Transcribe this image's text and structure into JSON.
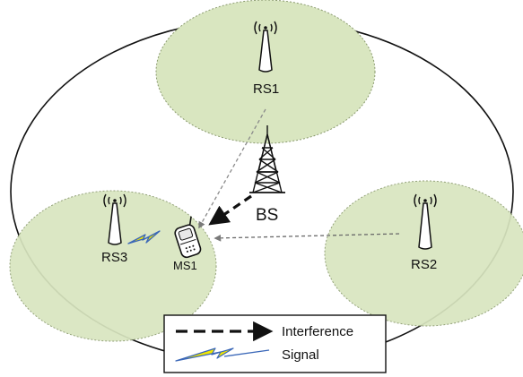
{
  "nodes": {
    "bs": "BS",
    "rs1": "RS1",
    "rs2": "RS2",
    "rs3": "RS3",
    "ms1": "MS1"
  },
  "legend": {
    "interference": "Interference",
    "signal": "Signal"
  },
  "colors": {
    "coverage_fill": "#d9e6c0",
    "coverage_stroke": "#8a9a6e",
    "interference_line": "#111111",
    "signal_yellow": "#f2e600",
    "signal_blue": "#3a67b8",
    "relay_link": "#8a8a8a"
  }
}
